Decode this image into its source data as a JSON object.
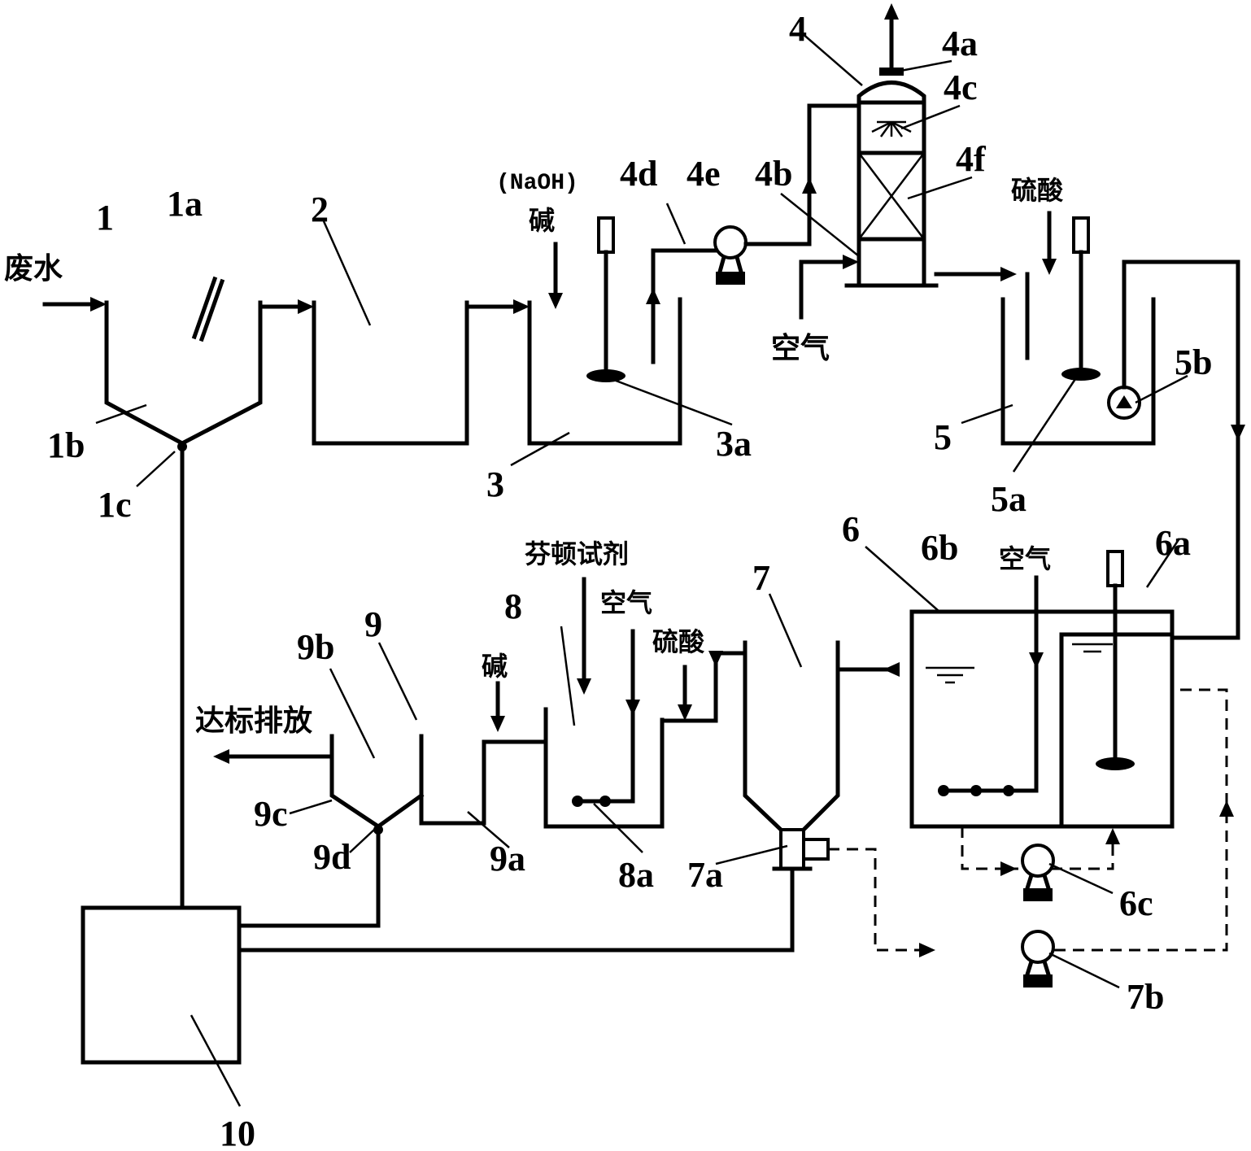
{
  "labels": {
    "n1": "1",
    "n1a": "1a",
    "n1b": "1b",
    "n1c": "1c",
    "n2": "2",
    "n3": "3",
    "n3a": "3a",
    "n4": "4",
    "n4a": "4a",
    "n4b": "4b",
    "n4c": "4c",
    "n4d": "4d",
    "n4e": "4e",
    "n4f": "4f",
    "n5": "5",
    "n5a": "5a",
    "n5b": "5b",
    "n6": "6",
    "n6a": "6a",
    "n6b": "6b",
    "n6c": "6c",
    "n7": "7",
    "n7a": "7a",
    "n7b": "7b",
    "n8": "8",
    "n8a": "8a",
    "n9": "9",
    "n9a": "9a",
    "n9b": "9b",
    "n9c": "9c",
    "n9d": "9d",
    "n10": "10"
  },
  "text": {
    "wastewater": "废水",
    "naoh": "(NaOH)",
    "alkali": "碱",
    "air": "空气",
    "sulfuric_acid": "硫酸",
    "fenton_reagent": "芬顿试剂",
    "discharge": "达标排放"
  }
}
